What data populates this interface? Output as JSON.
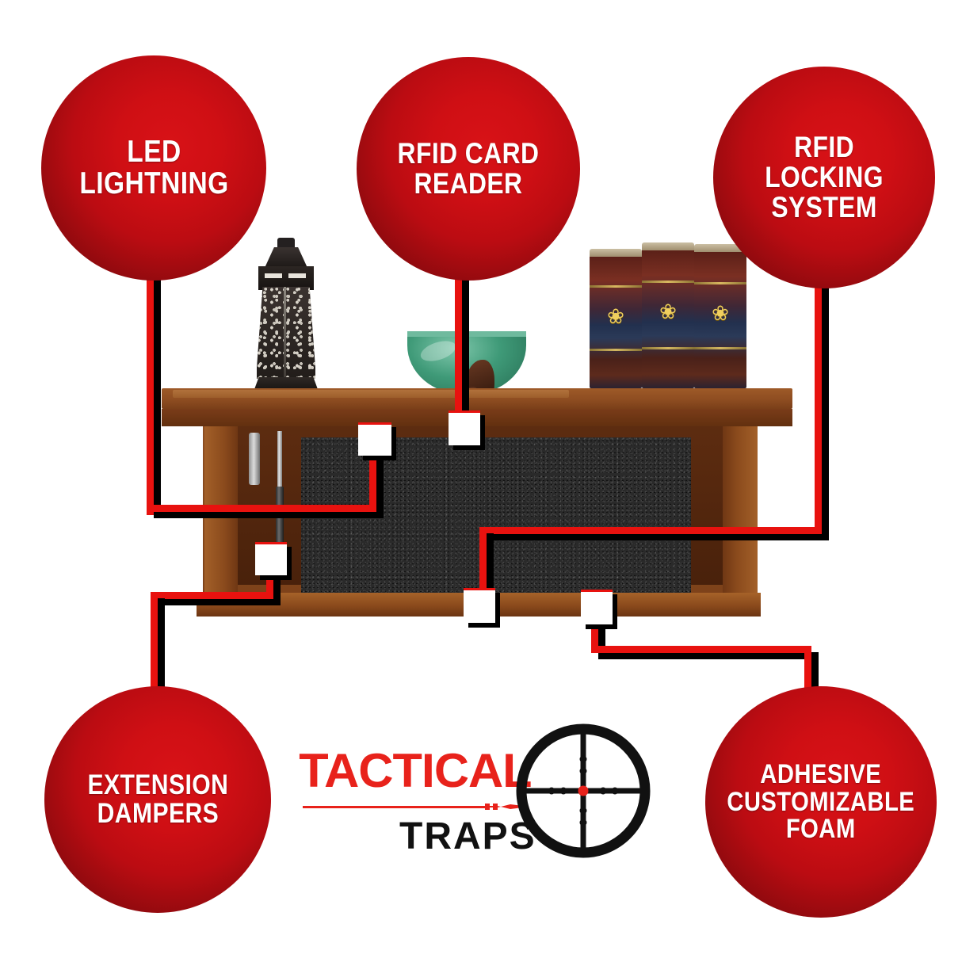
{
  "meta": {
    "background_color": "#ffffff",
    "accent_red": "#cf0f14",
    "line_red": "#e8120f",
    "shadow_black": "#000000",
    "marker_white": "#ffffff"
  },
  "callouts": [
    {
      "id": "led-lightning",
      "label_lines": [
        "LED",
        "LIGHTNING"
      ],
      "label": "LED LIGHTNING",
      "position": "top-left"
    },
    {
      "id": "rfid-card-reader",
      "label_lines": [
        "RFID CARD",
        "READER"
      ],
      "label": "RFID CARD READER",
      "position": "top-center"
    },
    {
      "id": "rfid-locking-system",
      "label_lines": [
        "RFID",
        "LOCKING",
        "SYSTEM"
      ],
      "label": "RFID LOCKING SYSTEM",
      "position": "top-right"
    },
    {
      "id": "extension-dampers",
      "label_lines": [
        "EXTENSION",
        "DAMPERS"
      ],
      "label": "EXTENSION DAMPERS",
      "position": "bottom-left"
    },
    {
      "id": "adhesive-customizable-foam",
      "label_lines": [
        "ADHESIVE",
        "CUSTOMIZABLE",
        "FOAM"
      ],
      "label": "ADHESIVE CUSTOMIZABLE FOAM",
      "position": "bottom-right"
    }
  ],
  "logo": {
    "word_top": "TACTICAL",
    "word_bottom": "TRAPS",
    "top_color": "#e8221b",
    "bottom_color": "#111111",
    "icon": "rifle-scope-crosshair-icon"
  },
  "product": {
    "description": "wall-mounted wooden concealment shelf with black adhesive foam insert",
    "items_on_shelf": [
      "metal lantern",
      "green glass bowl",
      "carved wooden bird",
      "three leather bound books"
    ],
    "book_ornament": "gold starburst",
    "foam_color": "#2a2a2a",
    "wood_color": "#8a4a1c"
  }
}
